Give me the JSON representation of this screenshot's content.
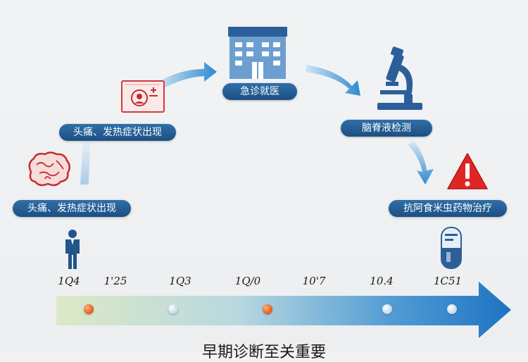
{
  "steps": {
    "symptom_top": "头痛、发热症状出现",
    "symptom_left": "头痛、发热症状出现",
    "emergency": "急诊就医",
    "csf_test": "脑脊液检测",
    "treatment": "抗阿食米虫药物治疗"
  },
  "timeline": {
    "dates": [
      "1Q4",
      "1'25",
      "1Q3",
      "1Q/0",
      "10'7",
      "10.4",
      "1C51"
    ]
  },
  "caption": "早期诊断至关重要",
  "colors": {
    "pill": "#1c4f82",
    "arrow": "#2a83c6",
    "alert": "#e02525",
    "dot_orange": "#e2581c",
    "dot_light": "#b9d3e8"
  },
  "icons": [
    "document-icon",
    "brain-icon",
    "person-icon",
    "hospital-icon",
    "microscope-icon",
    "warning-icon",
    "medicine-capsule-icon"
  ]
}
